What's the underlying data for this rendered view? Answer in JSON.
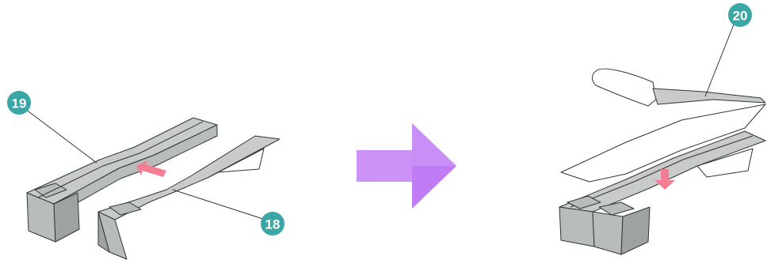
{
  "callouts": [
    {
      "id": "left-top",
      "label": "19"
    },
    {
      "id": "left-bottom",
      "label": "18"
    },
    {
      "id": "right-top",
      "label": "20"
    }
  ],
  "colors": {
    "part_fill": "#b9bcbc",
    "callout": "#3aa6a6",
    "step_arrow": "#c07cf4",
    "motion_arrow": "#f47d94"
  },
  "icons": {
    "step_arrow": "right-arrow-icon",
    "insert_arrow": "insert-arrow-icon",
    "press_arrow": "down-arrow-icon"
  }
}
